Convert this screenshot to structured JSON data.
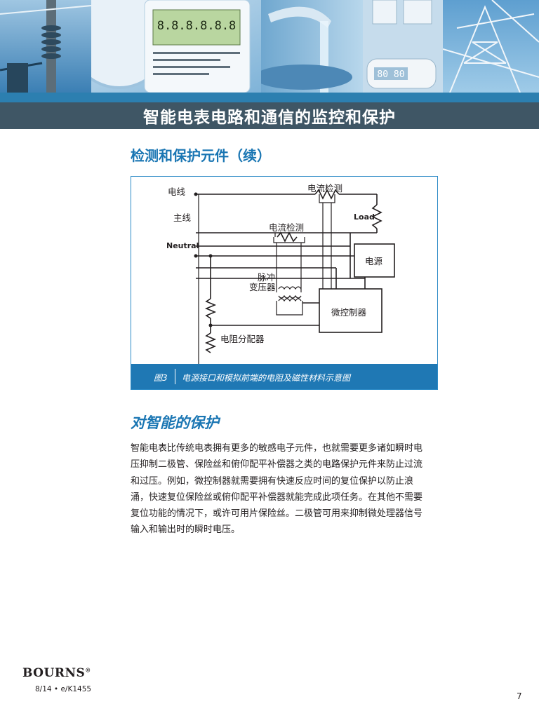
{
  "header": {
    "title": "智能电表电路和通信的监控和保护",
    "meter_display": "8.8.8.8.8.8"
  },
  "section1": {
    "heading": "检测和保护元件（续）"
  },
  "figure": {
    "labels": {
      "live": "电线",
      "main": "主线",
      "neutral": "Neutral",
      "current_sense_top": "电流检测",
      "current_sense_mid": "电流检测",
      "load": "Load",
      "power_supply": "电源",
      "pulse_transformer_1": "脉冲",
      "pulse_transformer_2": "变压器",
      "microcontroller": "微控制器",
      "resistor_divider": "电阻分配器"
    },
    "caption_number": "图3",
    "caption_text": "电源接口和模拟前端的电阻及磁性材料示意图"
  },
  "section2": {
    "heading": "对智能的保护",
    "lines": [
      "智能电表比传统电表拥有更多的敏感电子元件，也就需要更多诸如瞬时电",
      "压抑制二极管、保险丝和俯仰配平补偿器之类的电路保护元件来防止过流",
      "和过压。例如，微控制器就需要拥有快速反应时间的复位保护以防止浪",
      "涌，快速复位保险丝或俯仰配平补偿器就能完成此项任务。在其他不需要",
      "复位功能的情况下，或许可用片保险丝。二极管可用来抑制微处理器信号",
      "输入和输出时的瞬时电压。"
    ]
  },
  "footer": {
    "logo": "BOURNS",
    "logo_mark": "®",
    "doc_id": "8/14 • e/K1455",
    "page_number": "7"
  },
  "colors": {
    "title_bar": "#3f5665",
    "accent_blue": "#1a76b3",
    "caption_bar": "#1f78b4"
  }
}
